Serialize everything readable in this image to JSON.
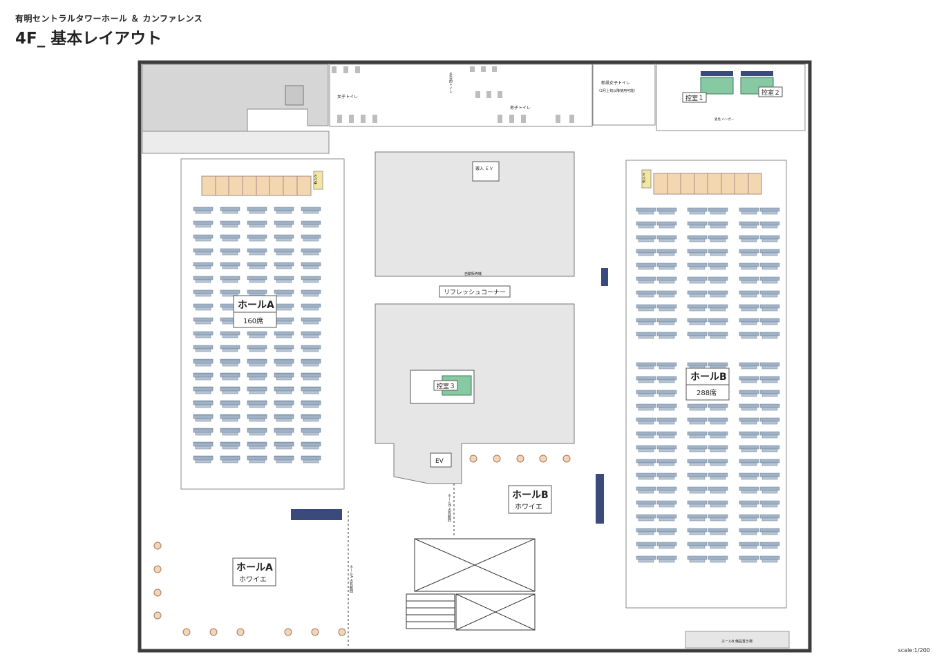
{
  "header": {
    "venue": "有明セントラルタワーホール ＆ カンファレンス",
    "title": "4F_ 基本レイアウト"
  },
  "rooms": {
    "hall_a": {
      "name": "ホールA",
      "seats": "160席"
    },
    "hall_b": {
      "name": "ホールB",
      "seats": "288席"
    },
    "foyer_a": {
      "name": "ホールA",
      "sub": "ホワイエ"
    },
    "foyer_b": {
      "name": "ホールB",
      "sub": "ホワイエ"
    },
    "refresh": "リフレッシュコーナー",
    "ev": "EV",
    "freight_ev": "搬入\nＥＶ",
    "vending": "自動販売機",
    "hikae1": "控室１",
    "hikae2": "控室２",
    "hikae3": "控室３",
    "women_wc": "女子トイレ",
    "men_wc": "男子トイレ",
    "multi_wc": "多目的トイレ",
    "new_women_wc": "新設女子トイレ",
    "new_women_wc_note": "（2月上旬以降使用可能）",
    "ope": "オペ卓",
    "hanger": "姿見 ハンガー",
    "dedicated_a": "ホールA 占有範囲",
    "dedicated_b_stair": "ホールB 占有範囲",
    "storage_b": "ホールB 備品置き場"
  },
  "footer": {
    "scale": "scale:1/200"
  },
  "colors": {
    "wall": "#3c3c3c",
    "room_gray": "#e6e6e6",
    "chair": "#9fb2c6",
    "stage": "#f3d7b0",
    "green_table": "#86c9a2",
    "navy_chair": "#3a4a7a",
    "pillar": "#f4d4b8"
  }
}
